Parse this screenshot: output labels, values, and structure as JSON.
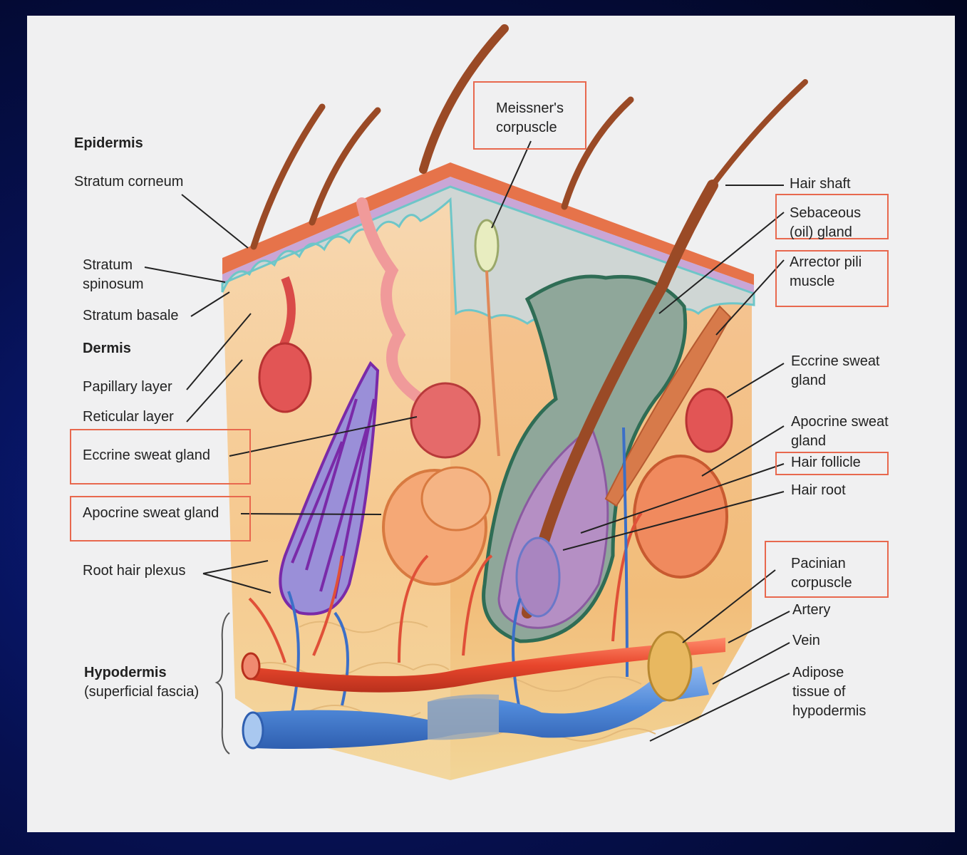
{
  "labels_left": {
    "epidermis": "Epidermis",
    "stratum_corneum": "Stratum corneum",
    "stratum_spinosum_1": "Stratum",
    "stratum_spinosum_2": "spinosum",
    "stratum_basale": "Stratum basale",
    "dermis": "Dermis",
    "papillary_layer": "Papillary layer",
    "reticular_layer": "Reticular layer",
    "eccrine_sweat_gland": "Eccrine sweat gland",
    "apocrine_sweat_gland": "Apocrine sweat gland",
    "root_hair_plexus": "Root hair plexus",
    "hypodermis": "Hypodermis",
    "superficial_fascia": "(superficial fascia)"
  },
  "labels_top": {
    "meissner_1": "Meissner's",
    "meissner_2": "corpuscle"
  },
  "labels_right": {
    "hair_shaft": "Hair shaft",
    "sebaceous_1": "Sebaceous",
    "sebaceous_2": "(oil) gland",
    "arrector_1": "Arrector pili",
    "arrector_2": "muscle",
    "eccrine_1": "Eccrine sweat",
    "eccrine_2": "gland",
    "apocrine_1": "Apocrine sweat",
    "apocrine_2": "gland",
    "hair_follicle": "Hair follicle",
    "hair_root": "Hair root",
    "pacinian_1": "Pacinian",
    "pacinian_2": "corpuscle",
    "artery": "Artery",
    "vein": "Vein",
    "adipose_1": "Adipose",
    "adipose_2": "tissue of",
    "adipose_3": "hypodermis"
  },
  "colors": {
    "highlight_box": "#e8684e",
    "background": "#061050",
    "panel": "#f0f0f1"
  }
}
